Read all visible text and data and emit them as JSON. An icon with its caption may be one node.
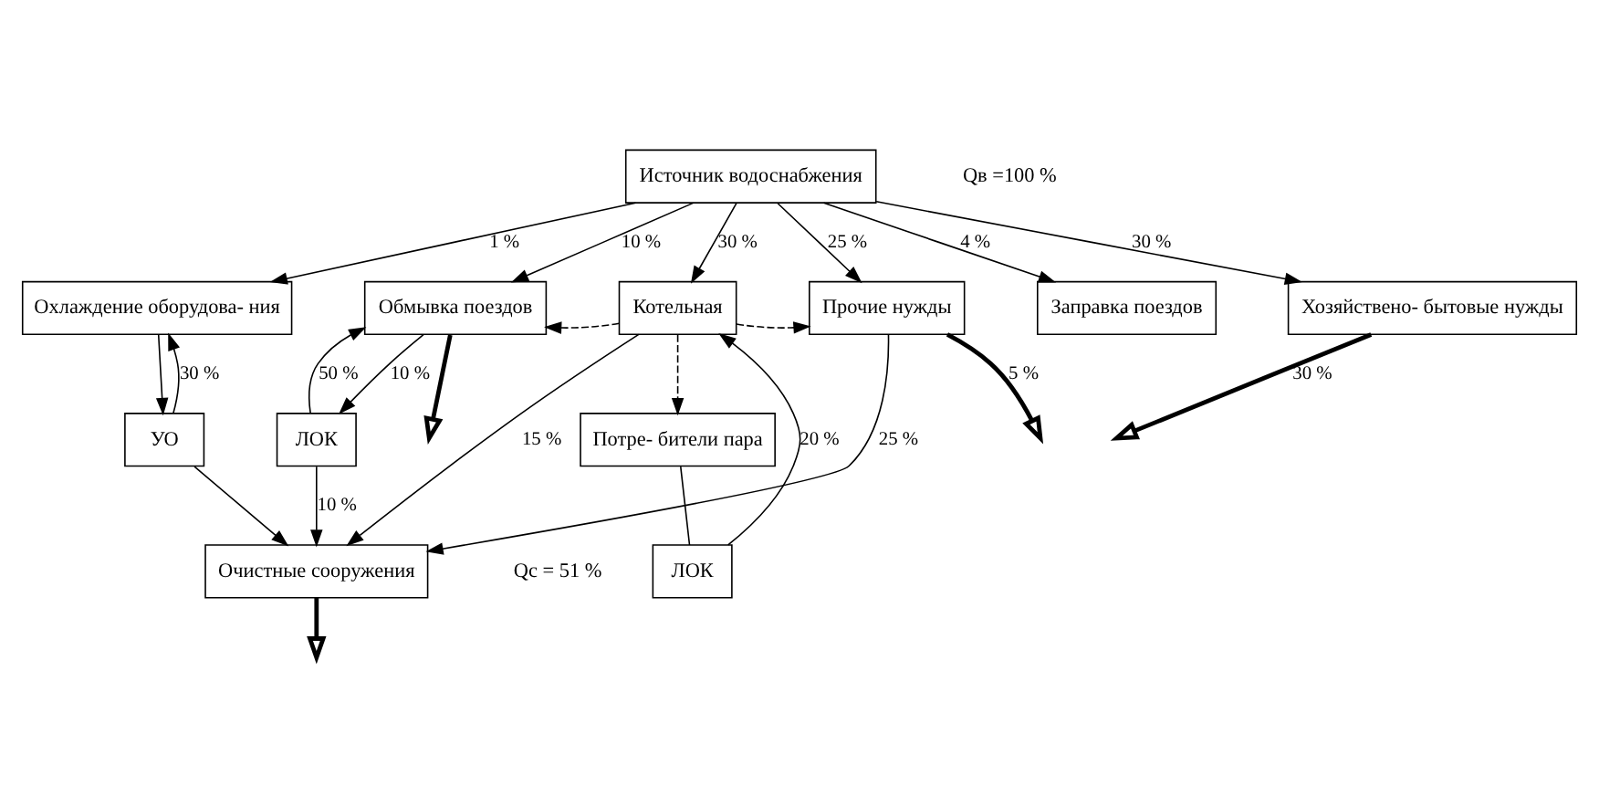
{
  "diagram": {
    "nodes": [
      {
        "text": [
          "Источник водоснабжения"
        ]
      },
      {
        "text": [
          "Охлаждение оборудова- ния"
        ]
      },
      {
        "text": [
          "Обмывка поездов"
        ]
      },
      {
        "text": [
          "Котельная"
        ]
      },
      {
        "text": [
          "Прочие нужды"
        ]
      },
      {
        "text": [
          "Заправка поездов"
        ]
      },
      {
        "text": [
          "Хозяйствено- бытовые нужды"
        ]
      },
      {
        "text": [
          "УО"
        ]
      },
      {
        "text": [
          "ЛОК"
        ]
      },
      {
        "text": [
          "Потре- бители пара"
        ]
      },
      {
        "text": [
          "ЛОК"
        ]
      },
      {
        "text": [
          "Очистные сооружения"
        ]
      }
    ],
    "edges": [
      {
        "from": 0,
        "to": 1,
        "arrow": "to",
        "label": "1 %"
      },
      {
        "from": 0,
        "to": 2,
        "arrow": "to",
        "label": "10 %"
      },
      {
        "from": 0,
        "to": 3,
        "arrow": "to",
        "label": "30 %"
      },
      {
        "from": 0,
        "to": 4,
        "arrow": "to",
        "label": "25 %"
      },
      {
        "from": 0,
        "to": 5,
        "arrow": "to",
        "label": "4 %"
      },
      {
        "from": 0,
        "to": 6,
        "arrow": "to",
        "label": "30 %"
      },
      {
        "from": 1,
        "to": 7,
        "arrow": "to"
      },
      {
        "from": 7,
        "to": 1,
        "arrow": "to",
        "label": "30 %"
      },
      {
        "from": 7,
        "to": 11,
        "arrow": "to"
      },
      {
        "from": 2,
        "to": null,
        "arrow": "to",
        "style": "thick"
      },
      {
        "from": 2,
        "to": 8,
        "arrow": "to",
        "label": "10 %"
      },
      {
        "from": 8,
        "to": 2,
        "arrow": "to",
        "label": "50 %"
      },
      {
        "from": 8,
        "to": 11,
        "arrow": "to",
        "label": "10 %"
      },
      {
        "from": 3,
        "to": 11,
        "arrow": "to",
        "label": "15 %"
      },
      {
        "from": 3,
        "to": 2,
        "arrow": "to",
        "style": "dashed"
      },
      {
        "from": 3,
        "to": 4,
        "arrow": "to",
        "style": "dashed"
      },
      {
        "from": 3,
        "to": 9,
        "arrow": "to",
        "style": "dashed"
      },
      {
        "from": 9,
        "to": 10,
        "arrow": "none"
      },
      {
        "from": 10,
        "to": 3,
        "arrow": "to",
        "label": "20 %"
      },
      {
        "from": 4,
        "to": 11,
        "arrow": "to",
        "label": "25 %"
      },
      {
        "from": 4,
        "to": null,
        "arrow": "to",
        "label": "5 %",
        "style": "thick"
      },
      {
        "from": 6,
        "to": null,
        "arrow": "to",
        "label": "30 %",
        "style": "thick"
      },
      {
        "from": 11,
        "to": null,
        "arrow": "to",
        "style": "thick"
      }
    ],
    "labels": [
      "Qв =100 %",
      "Qс = 51 %"
    ]
  }
}
